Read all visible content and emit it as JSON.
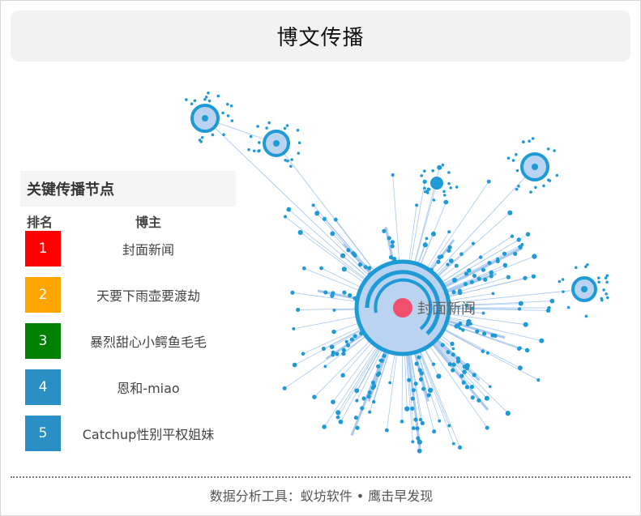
{
  "header": {
    "title": "博文传播"
  },
  "ranking": {
    "title": "关键传播节点",
    "columns": {
      "rank": "排名",
      "blogger": "博主"
    },
    "rows": [
      {
        "rank": "1",
        "name": "封面新闻",
        "color": "#ff0000"
      },
      {
        "rank": "2",
        "name": "天要下雨壶要渡劫",
        "color": "#ffa500"
      },
      {
        "rank": "3",
        "name": "暴烈甜心小鳄鱼毛毛",
        "color": "#008000"
      },
      {
        "rank": "4",
        "name": "恩和-miao",
        "color": "#2a8fc4"
      },
      {
        "rank": "5",
        "name": "Catchup性别平权姐妹",
        "color": "#2a8fc4"
      }
    ]
  },
  "graph": {
    "center_label": "封面新闻",
    "colors": {
      "node": "#1e9ad6",
      "hub_fill": "#b9d3f0",
      "center": "#f0506e",
      "edge": "#a9c8ee"
    }
  },
  "footer": {
    "text": "数据分析工具：蚁坊软件 • 鹰击早发现"
  }
}
